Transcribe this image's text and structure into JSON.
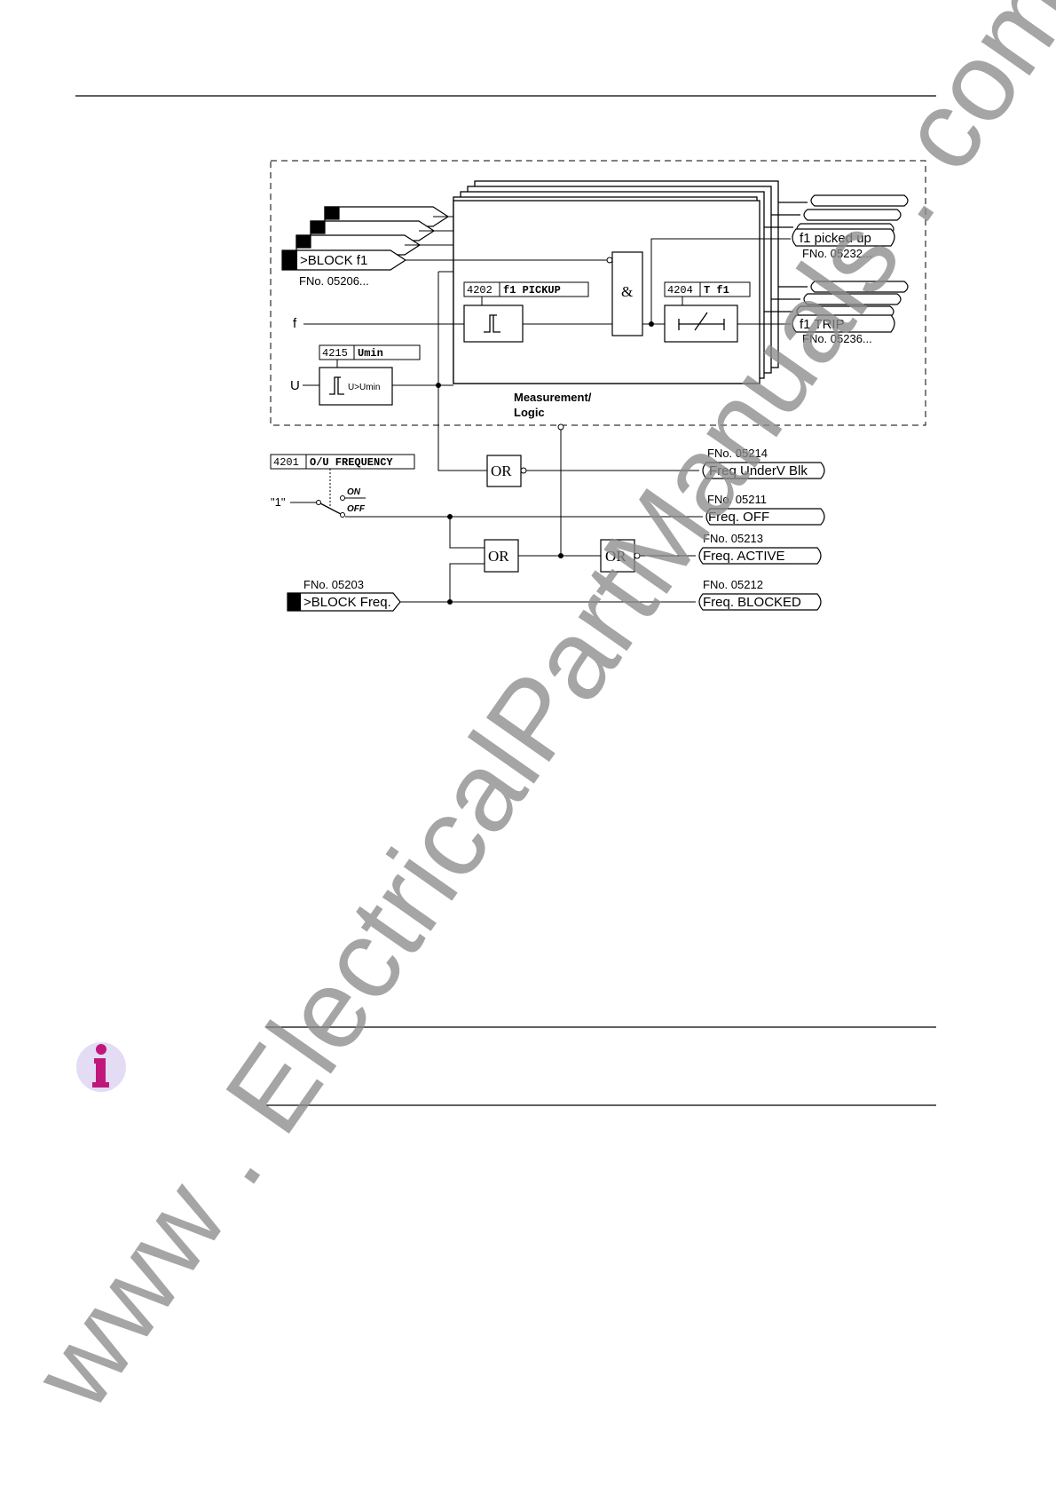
{
  "diagram": {
    "inputs": {
      "block_f1": "&gt;BLOCK f1",
      "block_f1_fno": "FNo. 05206...",
      "f": "f",
      "u": "U",
      "one": "\"1\"",
      "block_freq": "&gt;BLOCK Freq.",
      "block_freq_fno": "FNo. 05203"
    },
    "params": {
      "pickup_addr": "4202",
      "pickup_name": "f1 PICKUP",
      "tf1_addr": "4204",
      "tf1_name": "T f1",
      "umin_addr": "4215",
      "umin_name": "Umin",
      "umin_cond": "U&gt;Umin",
      "ou_addr": "4201",
      "ou_name": "O/U FREQUENCY",
      "switch_on": "ON",
      "switch_off": "OFF"
    },
    "gates": {
      "and_label": "&amp;",
      "or_label": "OR"
    },
    "block_caption_1": "Measurement/",
    "block_caption_2": "Logic",
    "outputs": {
      "picked_up": "f1 picked up",
      "picked_up_fno": "FNo. 05232...",
      "trip": "f1 TRIP",
      "trip_fno": "FNo. 05236...",
      "underv_blk": "Freq UnderV Blk",
      "underv_blk_fno": "FNo. 05214",
      "off": "Freq. OFF",
      "off_fno": "FNo. 05211",
      "active": "Freq. ACTIVE",
      "active_fno": "FNo. 05213",
      "blocked": "Freq. BLOCKED",
      "blocked_fno": "FNo. 05212"
    }
  },
  "note_icon": "info-icon",
  "watermark": "www . ElectricalPartManuals . com",
  "colors": {
    "info_icon": "#c0187a",
    "info_bg": "#e3dcf4",
    "watermark": "#8c8c8c"
  }
}
